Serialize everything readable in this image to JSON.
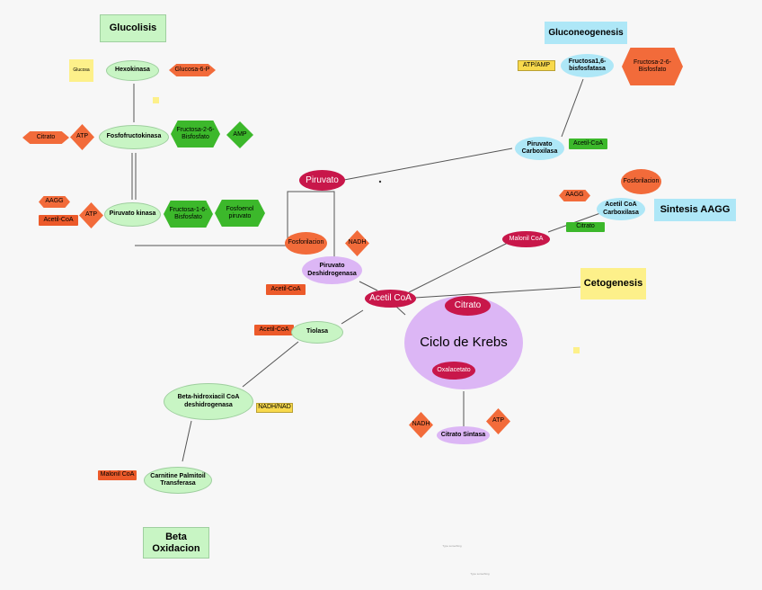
{
  "colors": {
    "light_green": "#c8f5c4",
    "dark_green": "#3cb82b",
    "orange": "#f26b3a",
    "orange_red": "#ec5a2a",
    "crimson": "#c8174a",
    "lavender": "#dcb6f5",
    "light_blue": "#aee7f7",
    "yellow": "#fdf08a",
    "yellow_tag": "#f8d94c"
  },
  "titles": {
    "glucolisis": "Glucolisis",
    "gluconeogenesis": "Gluconeogenesis",
    "sintesis_aagg": "Sintesis AAGG",
    "cetogenesis": "Cetogenesis",
    "beta_oxidacion": "Beta\nOxidacion"
  },
  "glycolysis": {
    "glucosa": "Glucosa",
    "hexokinasa": "Hexokinasa",
    "glucosa6p": "Glucosa-6-P",
    "citrato": "Citrato",
    "atp1": "ATP",
    "fosfofructokinasa": "Fosfofructokinasa",
    "fructosa26": "Fructosa-2-6-\nBisfosfato",
    "amp": "AMP",
    "aagg": "AAGG",
    "acetilcoa": "Acetil-CoA",
    "atp2": "ATP",
    "piruvato_kinasa": "Piruvato kinasa",
    "fructosa16": "Fructosa-1-6-\nBisfosfato",
    "fosfoenol": "Fosfoenol\npiruvato"
  },
  "center": {
    "piruvato": "Piruvato",
    "fosforilacion": "Fosforilacion",
    "nadh": "NADH",
    "pdh": "Piruvato\nDeshidrogenasa",
    "acetilcoa_tag": "Acetil-CoA",
    "acetilcoa": "Acetil CoA"
  },
  "gluconeo": {
    "atp_amp": "ATP/AMP",
    "fbpasa": "Fructosa1,6-\nbisfosfatasa",
    "fructosa26": "Fructosa-2-6-\nBisfosfato",
    "pc": "Piruvato\nCarboxilasa",
    "acetilcoa": "Acetil-CoA"
  },
  "aagg": {
    "fosforilacion": "Fosforilacion",
    "aagg": "AAGG",
    "acc": "Acetil CoA\nCarboxilasa",
    "citrato": "Citrato",
    "malonil": "Malonil CoA"
  },
  "krebs": {
    "citrato": "Citrato",
    "ciclo": "Ciclo de Krebs",
    "oxalacetato": "Oxalacetato",
    "nadh": "NADH",
    "atp": "ATP",
    "citrato_sintasa": "Citrato Sintasa"
  },
  "beta": {
    "acetilcoa": "Acetil-CoA",
    "tiolasa": "Tiolasa",
    "hadh": "Beta-hidroxiacil CoA\ndeshidrogenasa",
    "nadh_nad": "NADH/NAD",
    "malonil": "Malonil CoA",
    "cpt": "Carnitine Palmitoil\nTransferasa"
  },
  "footer": {
    "note1": "Type something",
    "note2": "Type something"
  }
}
